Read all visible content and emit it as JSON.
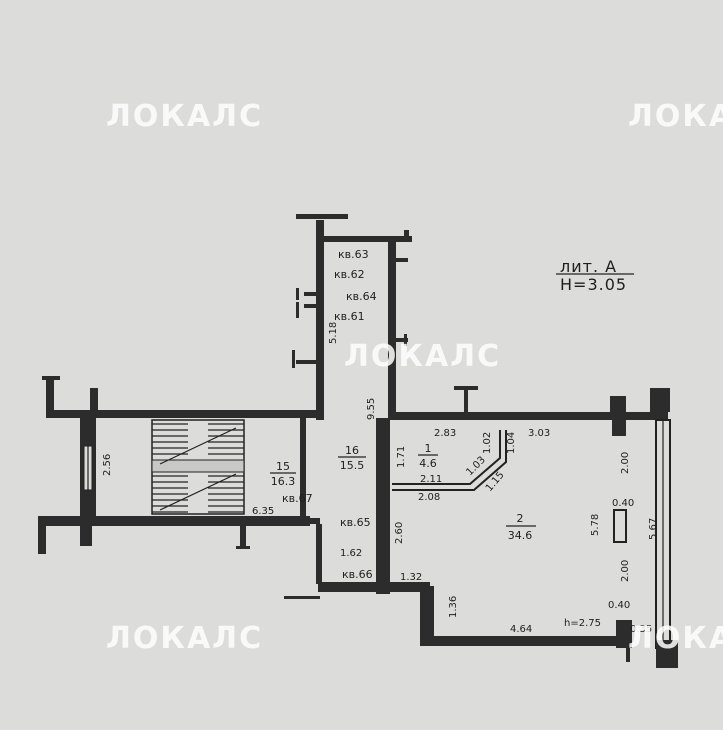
{
  "watermark": "ЛОКАЛС",
  "header": {
    "line1": "лит. А",
    "line2": "H=3.05"
  },
  "apartments": {
    "kv63": "кв.63",
    "kv62": "кв.62",
    "kv64": "кв.64",
    "kv61": "кв.61",
    "kv67": "кв.67",
    "kv65": "кв.65",
    "kv66": "кв.66"
  },
  "rooms": {
    "r1": {
      "num": "1",
      "area": "4.6"
    },
    "r2": {
      "num": "2",
      "area": "34.6"
    },
    "r15": {
      "num": "15",
      "area": "16.3"
    },
    "r16": {
      "num": "16",
      "area": "15.5"
    }
  },
  "dims": {
    "d518": "5.18",
    "d955": "9.55",
    "d256": "2.56",
    "d635": "6.35",
    "d162": "1.62",
    "d260": "2.60",
    "d171": "1.71",
    "d283": "2.83",
    "d102": "1.02",
    "d104": "1.04",
    "d303": "3.03",
    "d211": "2.11",
    "d103": "1.03",
    "d115": "1.15",
    "d208": "2.08",
    "d200a": "2.00",
    "d040a": "0.40",
    "d578": "5.78",
    "d567": "5.67",
    "d200b": "2.00",
    "d040b": "0.40",
    "d132": "1.32",
    "d136": "1.36",
    "d464": "4.64",
    "dh275": "h=2.75",
    "d035": "0.35"
  }
}
